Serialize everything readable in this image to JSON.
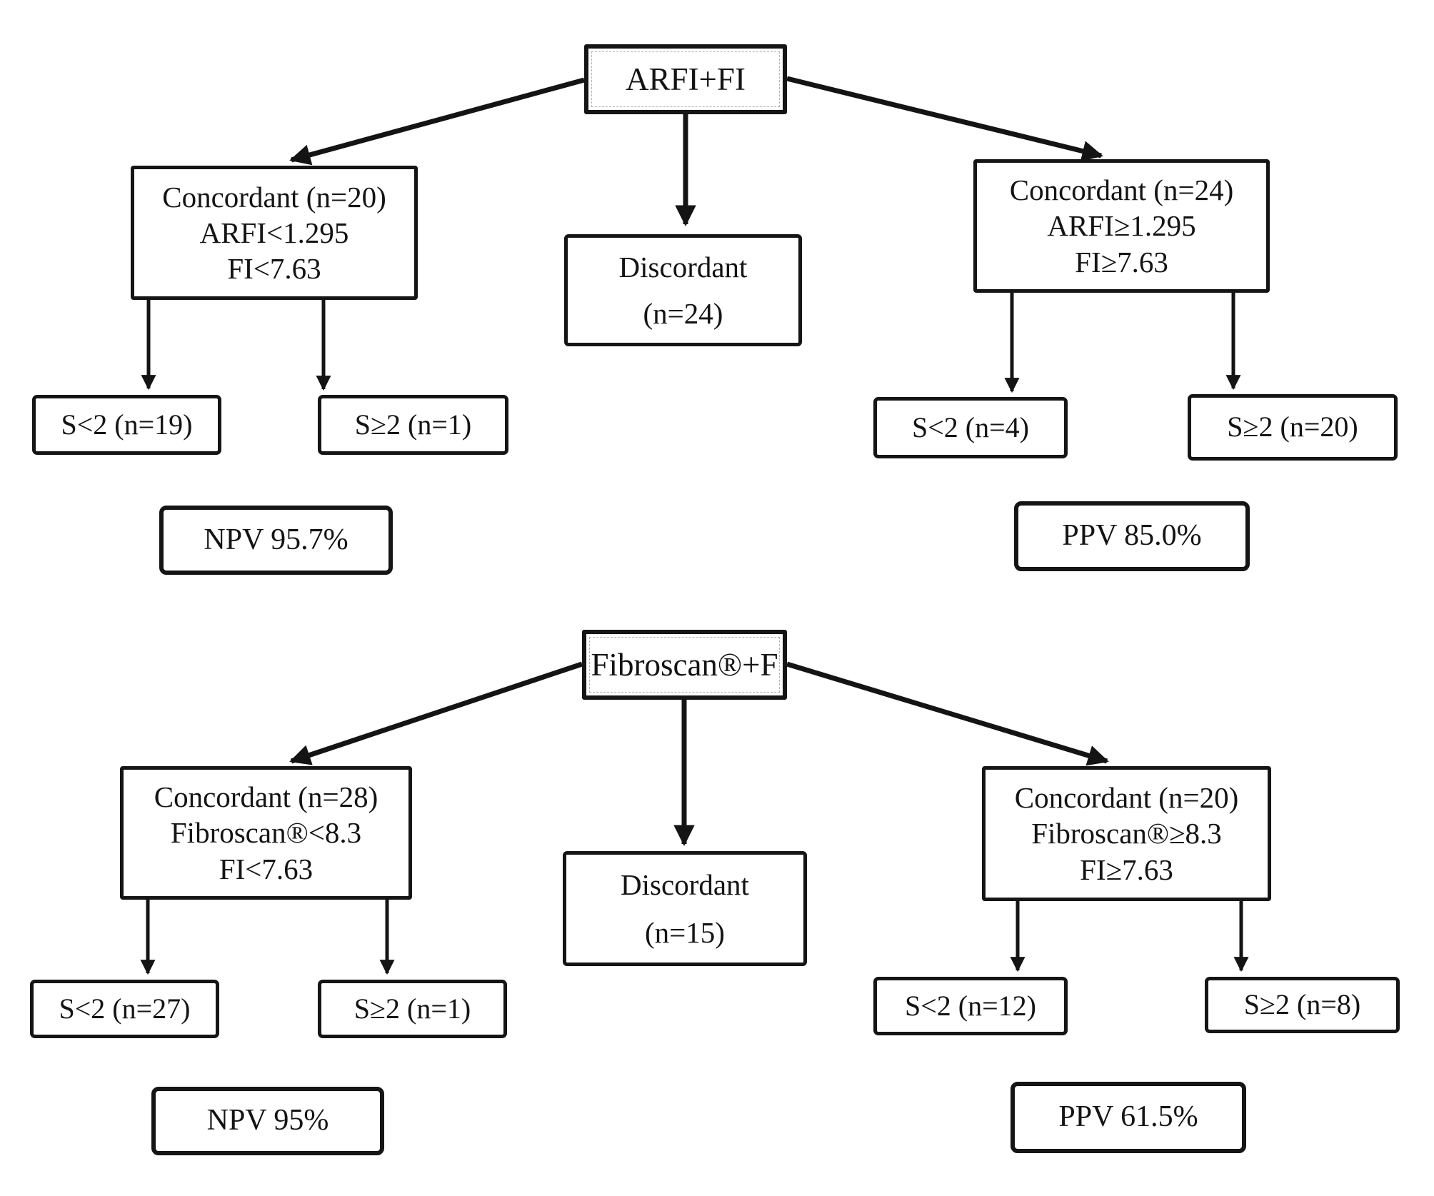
{
  "figure": {
    "background": "#ffffff",
    "line_color": "#141414",
    "text_color": "#141414"
  },
  "arfi": {
    "root": "ARFI+FI",
    "concordant_low": {
      "title": "Concordant (n=20)",
      "rule1": "ARFI<1.295",
      "rule2": "FI<7.63"
    },
    "discordant": {
      "title": "Discordant",
      "count": "(n=24)"
    },
    "concordant_high": {
      "title": "Concordant (n=24)",
      "rule1": "ARFI≥1.295",
      "rule2": "FI≥7.63"
    },
    "leaf_low_s_lt2": "S<2 (n=19)",
    "leaf_low_s_ge2": "S≥2 (n=1)",
    "leaf_high_s_lt2": "S<2 (n=4)",
    "leaf_high_s_ge2": "S≥2 (n=20)",
    "npv": "NPV 95.7%",
    "ppv": "PPV 85.0%"
  },
  "fibroscan": {
    "root": "Fibroscan®+F",
    "concordant_low": {
      "title": "Concordant (n=28)",
      "rule1": "Fibroscan®<8.3",
      "rule2": "FI<7.63"
    },
    "discordant": {
      "title": "Discordant",
      "count": "(n=15)"
    },
    "concordant_high": {
      "title": "Concordant (n=20)",
      "rule1": "Fibroscan®≥8.3",
      "rule2": "FI≥7.63"
    },
    "leaf_low_s_lt2": "S<2 (n=27)",
    "leaf_low_s_ge2": "S≥2 (n=1)",
    "leaf_high_s_lt2": "S<2 (n=12)",
    "leaf_high_s_ge2": "S≥2 (n=8)",
    "npv": "NPV 95%",
    "ppv": "PPV 61.5%"
  }
}
